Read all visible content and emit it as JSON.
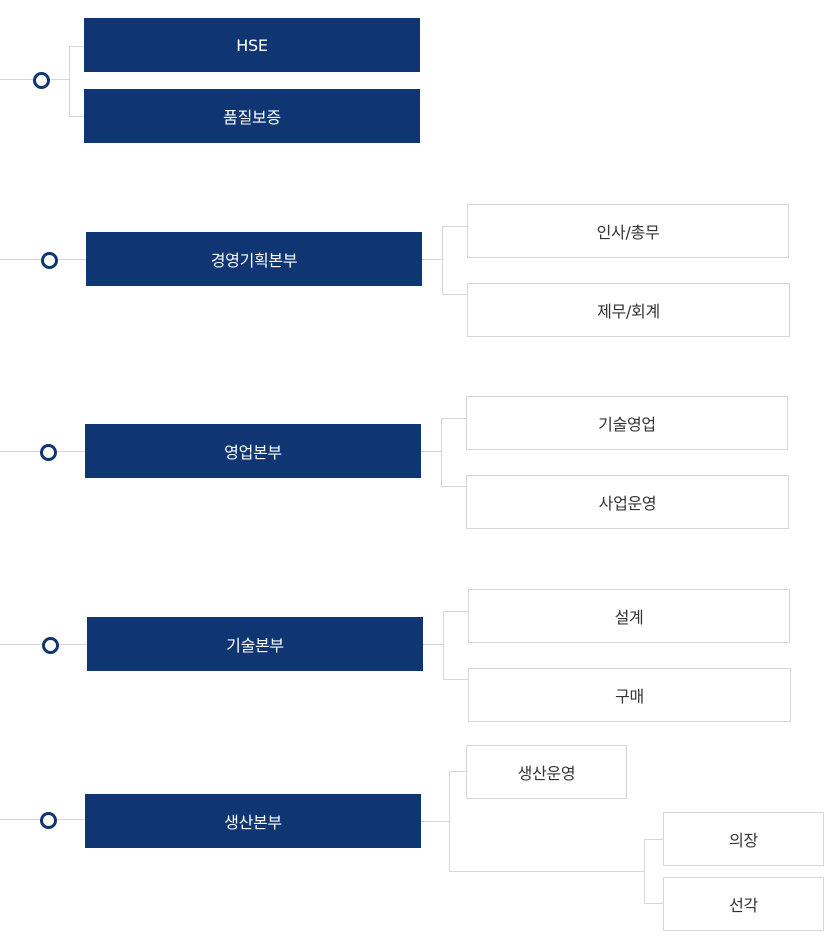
{
  "colors": {
    "primary": "#0f3572",
    "line": "#d6d6d6",
    "node": "#0f3572"
  },
  "groups": {
    "g1": {
      "items": [
        "HSE",
        "품질보증"
      ]
    },
    "g2": {
      "head": "경영기획본부",
      "subs": [
        "인사/총무",
        "제무/회계"
      ]
    },
    "g3": {
      "head": "영업본부",
      "subs": [
        "기술영업",
        "사업운영"
      ]
    },
    "g4": {
      "head": "기술본부",
      "subs": [
        "설계",
        "구매"
      ]
    },
    "g5": {
      "head": "생산본부",
      "subs": [
        "생산운영"
      ],
      "subsubs": [
        "의장",
        "선각"
      ]
    }
  }
}
